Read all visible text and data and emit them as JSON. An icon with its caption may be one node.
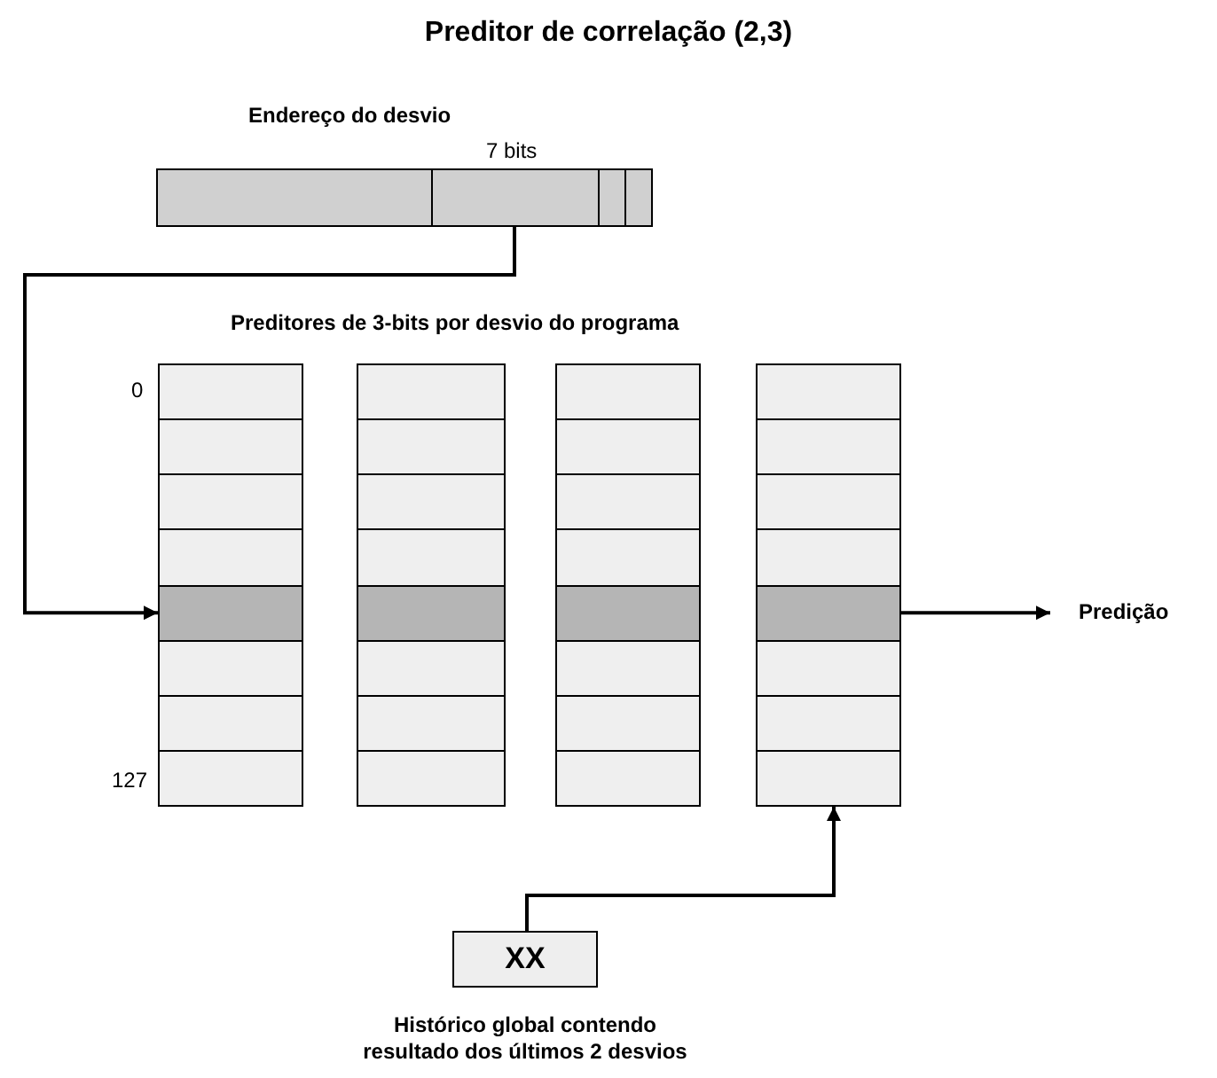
{
  "diagram": {
    "title": "Preditor de correlação (2,3)",
    "nodes": [
      {
        "text": [
          "Endereço do desvio"
        ],
        "beside": [
          "7 bits"
        ]
      },
      {
        "text": [],
        "shape": "box"
      },
      {
        "text": [],
        "shape": "box"
      },
      {
        "text": [],
        "shape": "box"
      },
      {
        "text": [],
        "shape": "box"
      },
      {
        "text": [
          "Predição"
        ]
      },
      {
        "text": [
          "XX"
        ],
        "beside": [
          "Histórico global contendo resultado dos últimos 2 desvios"
        ]
      }
    ],
    "edges": [
      {
        "from": 0,
        "to": 1,
        "arrow": "to"
      },
      {
        "from": 4,
        "to": 5,
        "arrow": "to"
      },
      {
        "from": 6,
        "to": 4,
        "arrow": "to"
      }
    ],
    "labels": [
      "Preditores de 3-bits por desvio do programa",
      "0",
      "127"
    ]
  }
}
